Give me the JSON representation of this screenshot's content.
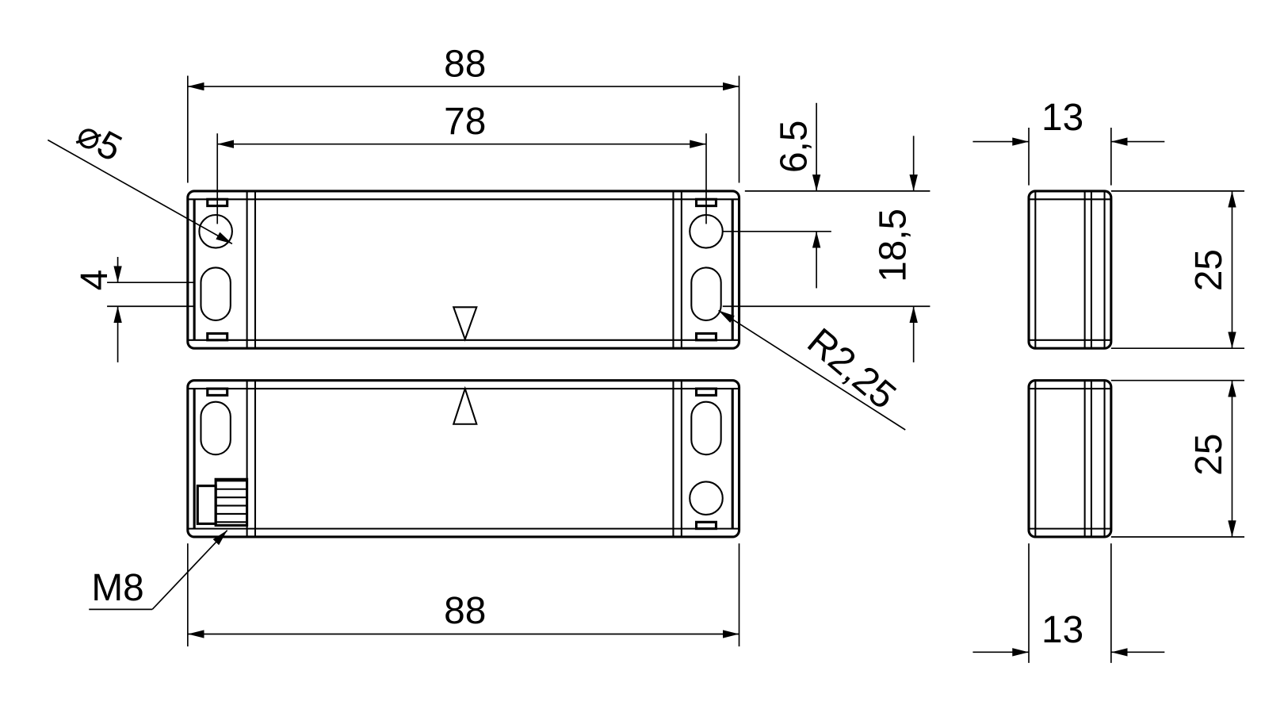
{
  "drawing": {
    "dim_length_top": "88",
    "dim_hole_spacing": "78",
    "dim_hole_diameter": "⌀5",
    "dim_slot_width": "4",
    "dim_hole_offset": "6,5",
    "dim_slot_offset": "18,5",
    "dim_slot_radius": "R2,25",
    "dim_height_upper": "25",
    "dim_height_lower": "25",
    "dim_depth_top": "13",
    "dim_depth_bottom": "13",
    "dim_length_bottom": "88",
    "thread_label": "M8"
  }
}
